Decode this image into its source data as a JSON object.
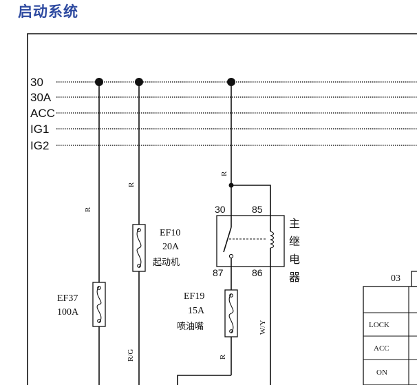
{
  "title": "启动系统",
  "bus_lines": [
    "30",
    "30A",
    "ACC",
    "IG1",
    "IG2"
  ],
  "wire_colors": {
    "r1": "R",
    "r2": "R",
    "r3": "R",
    "rg": "R/G",
    "wy": "W/Y",
    "r4": "R"
  },
  "fuses": {
    "ef37": {
      "name": "EF37",
      "rating": "100A"
    },
    "ef10": {
      "name": "EF10",
      "rating": "20A",
      "desc": "起动机"
    },
    "ef19": {
      "name": "EF19",
      "rating": "15A",
      "desc": "喷油嘴"
    }
  },
  "relay": {
    "pins": {
      "p30": "30",
      "p85": "85",
      "p87": "87",
      "p86": "86"
    },
    "name_chars": [
      "主",
      "继",
      "电",
      "器"
    ]
  },
  "ignition_switch": {
    "connector": "03",
    "positions": [
      "LOCK",
      "ACC",
      "ON"
    ]
  }
}
